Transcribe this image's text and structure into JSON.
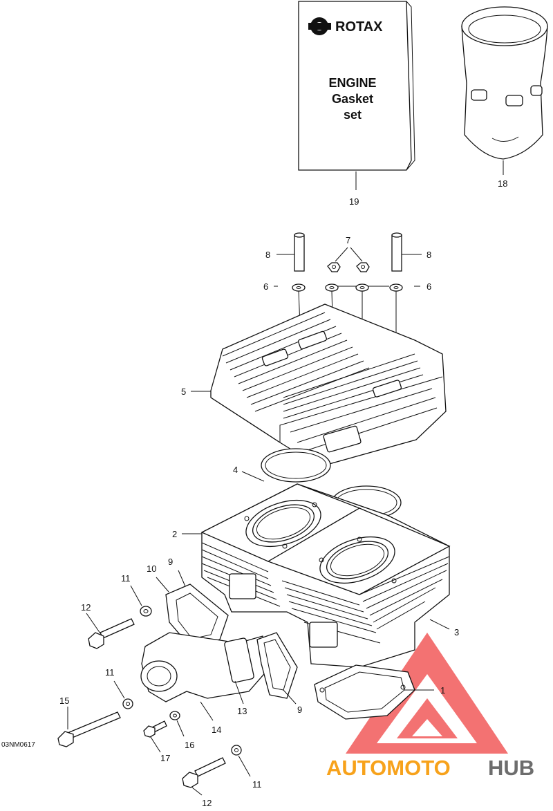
{
  "box": {
    "brand": "ROTAX",
    "title_lines": [
      "ENGINE",
      "Gasket",
      "set"
    ]
  },
  "callouts": {
    "c1": "1",
    "c2": "2",
    "c3": "3",
    "c4": "4",
    "c5": "5",
    "c6a": "6",
    "c6b": "6",
    "c7": "7",
    "c8a": "8",
    "c8b": "8",
    "c9a": "9",
    "c9b": "9",
    "c10": "10",
    "c11a": "11",
    "c11b": "11",
    "c11c": "11",
    "c12a": "12",
    "c12b": "12",
    "c13": "13",
    "c14": "14",
    "c15": "15",
    "c16": "16",
    "c17": "17",
    "c18": "18",
    "c19": "19"
  },
  "figure_code": "03NM0617",
  "watermark": {
    "text_a": "AUTOMOTO",
    "text_b": "HUB",
    "color_a": "#f7a21b",
    "color_b": "#6d6d6d",
    "logo_color": "#f15a5a"
  }
}
